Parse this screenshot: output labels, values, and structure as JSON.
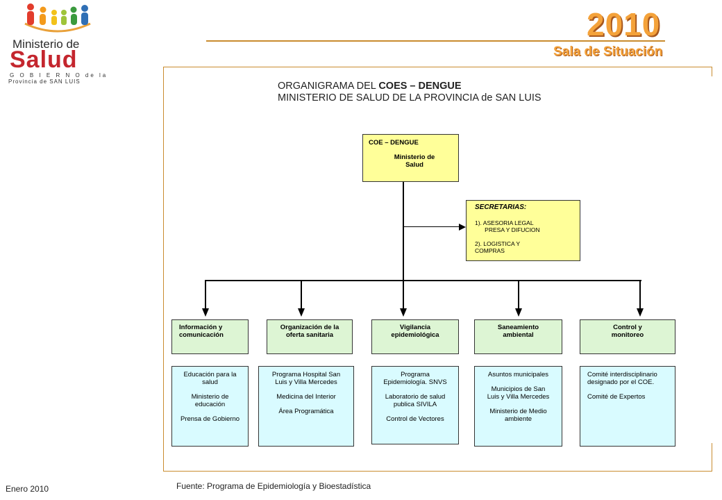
{
  "logo": {
    "line1": "Ministerio de",
    "line2": "Salud",
    "line3": "G O B I E R N O  de la",
    "line4": "Provincia de SAN LUIS"
  },
  "header": {
    "year": "2010",
    "subtitle": "Sala de Situación"
  },
  "org": {
    "title_prefix": "ORGANIGRAMA DEL ",
    "title_bold": "COES – DENGUE",
    "title_line2": "MINISTERIO DE SALUD DE LA PROVINCIA de SAN LUIS",
    "top_box": {
      "title": "COE – DENGUE",
      "text": "Ministerio de Salud"
    },
    "secretarias": {
      "title": "SECRETARIAS:",
      "item1": "1). ASESORIA LEGAL\n      PRESA Y DIFUCION",
      "item2": "2). LOGISTICA Y\nCOMPRAS"
    },
    "branches": [
      {
        "title": "Información y comunicación",
        "details": [
          "Educación para la salud",
          "Ministerio de educación",
          "Prensa de Gobierno"
        ]
      },
      {
        "title": "Organización de la oferta sanitaria",
        "details": [
          "Programa Hospital San Luis y Villa Mercedes",
          "Medicina del Interior",
          "Área Programática"
        ]
      },
      {
        "title": "Vigilancia epidemiológica",
        "details": [
          "Programa Epidemiología. SNVS",
          "Laboratorio de salud publica SIVILA",
          "Control de Vectores"
        ]
      },
      {
        "title": "Saneamiento ambiental",
        "details": [
          "Asuntos municipales",
          "Municipios de San Luis y Villa Mercedes",
          "Ministerio de Medio ambiente"
        ]
      },
      {
        "title": "Control y monitoreo",
        "details": [
          "Comité interdisciplinario designado por el COE.",
          "Comité de Expertos"
        ]
      }
    ]
  },
  "footer": {
    "date": "Enero 2010",
    "source_label": "Fuente: ",
    "source_text": "Programa de Epidemiología y Bioestadística"
  },
  "colors": {
    "accent_orange": "#f4a23a",
    "brand_red": "#c4262e",
    "box_yellow": "#ffff99",
    "box_green": "#ddf5d4",
    "box_cyan": "#d9fbff"
  }
}
